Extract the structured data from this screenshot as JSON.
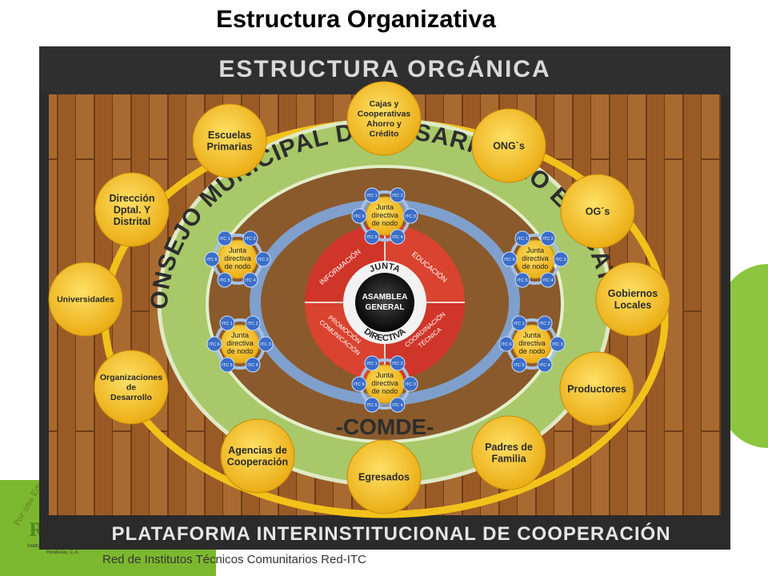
{
  "slide": {
    "title": "Estructura Organizativa",
    "footer": "Red de Institutos Técnicos Comunitarios Red-ITC"
  },
  "logo": {
    "tagline": "Por una Educaci",
    "letter": "R",
    "line1": "Institutos Técnicos Comunitarios",
    "line2": "Honduras, C.A."
  },
  "diagram": {
    "header": "ESTRUCTURA ORGÁNICA",
    "footer": "PLATAFORMA INTERINSTITUCIONAL DE COOPERACIÓN",
    "ring_label": "CONSEJO MUNICIPAL DE DESARROLLO EDUCATIVO",
    "ring_bottom": "-COMDE-",
    "center": [
      "ASAMBLEA",
      "GENERAL"
    ],
    "center_arc_top": "JUNTA",
    "center_arc_bottom": "DIRECTIVA",
    "quadrants": {
      "informacion": "INFORMACIÓN",
      "educacion": "EDUCACIÓN",
      "promocion": [
        "PROMOCIÓN",
        "COMUNICACIÓN"
      ],
      "coordinacion": [
        "COORDINACIÓN",
        "TÉCNICA"
      ]
    },
    "node_label": [
      "Junta",
      "directiva",
      "de nodo"
    ],
    "itc_labels": [
      "ITC 1",
      "ITC 2",
      "ITC 3",
      "ITC 4",
      "ITC 5",
      "ITC 6"
    ],
    "outer_circles": [
      {
        "id": "cajas",
        "lines": [
          "Cajas y",
          "Cooperativas",
          "Ahorro y",
          "Crédito"
        ]
      },
      {
        "id": "ongs",
        "lines": [
          "ONG`s"
        ]
      },
      {
        "id": "ogs",
        "lines": [
          "OG´s"
        ]
      },
      {
        "id": "gobiernos",
        "lines": [
          "Gobiernos",
          "Locales"
        ]
      },
      {
        "id": "productores",
        "lines": [
          "Productores"
        ]
      },
      {
        "id": "padres",
        "lines": [
          "Padres de",
          "Familia"
        ]
      },
      {
        "id": "egresados",
        "lines": [
          "Egresados"
        ]
      },
      {
        "id": "agencias",
        "lines": [
          "Agencias de",
          "Cooperación"
        ]
      },
      {
        "id": "organizaciones",
        "lines": [
          "Organizaciones",
          "de",
          "Desarrollo"
        ]
      },
      {
        "id": "universidades",
        "lines": [
          "Universidades"
        ]
      },
      {
        "id": "direccion",
        "lines": [
          "Dirección",
          "Dptal. Y",
          "Distrital"
        ]
      },
      {
        "id": "escuelas",
        "lines": [
          "Escuelas",
          "Primarias"
        ]
      }
    ],
    "colors": {
      "wood": "#a0602a",
      "dark_frame": "#2b2b2b",
      "yellow": "#f2c21b",
      "green_ring": "#a8c86a",
      "blue_ring": "#7fa0cc",
      "red": "#d23a2c",
      "itc_blue": "#3a6ec8"
    }
  }
}
